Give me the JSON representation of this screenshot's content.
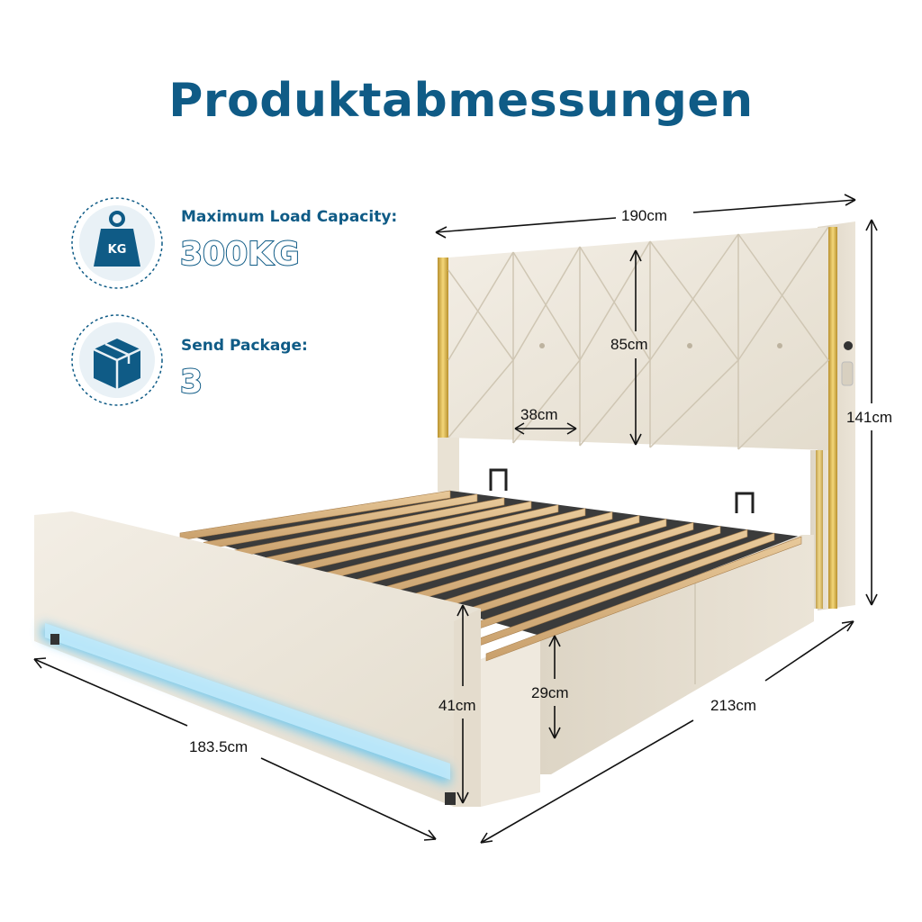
{
  "title": "Produktabmessungen",
  "specs": {
    "load": {
      "label": "Maximum Load Capacity:",
      "value": "300KG",
      "icon": "weight-kg-icon",
      "icon_text": "KG"
    },
    "package": {
      "label": "Send Package:",
      "value": "3",
      "icon": "box-package-icon"
    }
  },
  "dimensions": {
    "headboard_width": "190cm",
    "headboard_height": "85cm",
    "panel_width": "38cm",
    "total_height": "141cm",
    "footboard_height": "41cm",
    "frame_height": "29cm",
    "length": "213cm",
    "width": "183.5cm"
  },
  "colors": {
    "accent": "#0f5b86",
    "upholstery": "#ece5d8",
    "gold_trim": "#d9b44a",
    "led_glow": "#5fc4f2"
  }
}
